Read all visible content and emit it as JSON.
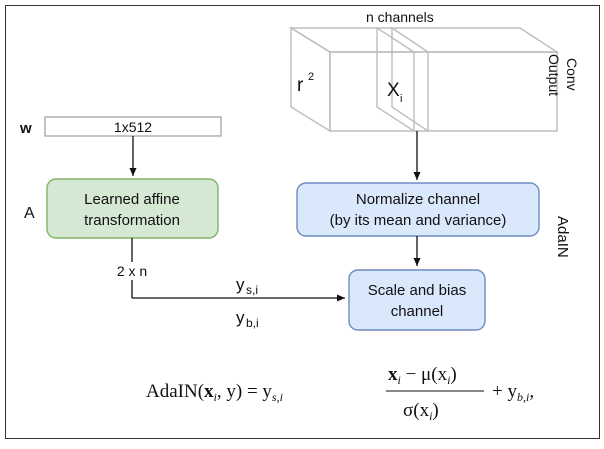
{
  "labels": {
    "channels_count": "n channels",
    "output_label_line1": "Conv",
    "output_label_line2": "Output",
    "r_base": "r",
    "r_sup": "2",
    "x_base": "X",
    "x_sub": "i",
    "w_label": "w",
    "w_dim": "1x512",
    "a_label": "A",
    "affine_line1": "Learned affine",
    "affine_line2": "transformation",
    "normalize_line1": "Normalize channel",
    "normalize_line2": "(by its mean and variance)",
    "scale_line1": "Scale and bias",
    "scale_line2": "channel",
    "adain_label": "AdaIN",
    "two_n": "2 x n",
    "ys_base": "y",
    "ys_sub": "s,i",
    "yb_base": "y",
    "yb_sub": "b,i"
  },
  "formula": {
    "lhs": "AdaIN(",
    "x_i": "x",
    "i": "i",
    "comma_y": ", y) = y",
    "si": "s,i",
    "num_x": "x",
    "num_i": "i",
    "num_mid": " − μ(x",
    "num_i2": "i",
    "num_end": ")",
    "den": "σ(x",
    "den_i": "i",
    "den_end": ")",
    "plus_y": "+ y",
    "bi": "b,i",
    "trail": ","
  },
  "colors": {
    "green_fill": "#d5e8d4",
    "green_stroke": "#82b366",
    "blue_fill": "#dae8fc",
    "blue_stroke": "#6c8ebf",
    "cube_stroke": "#bdbdbd"
  }
}
